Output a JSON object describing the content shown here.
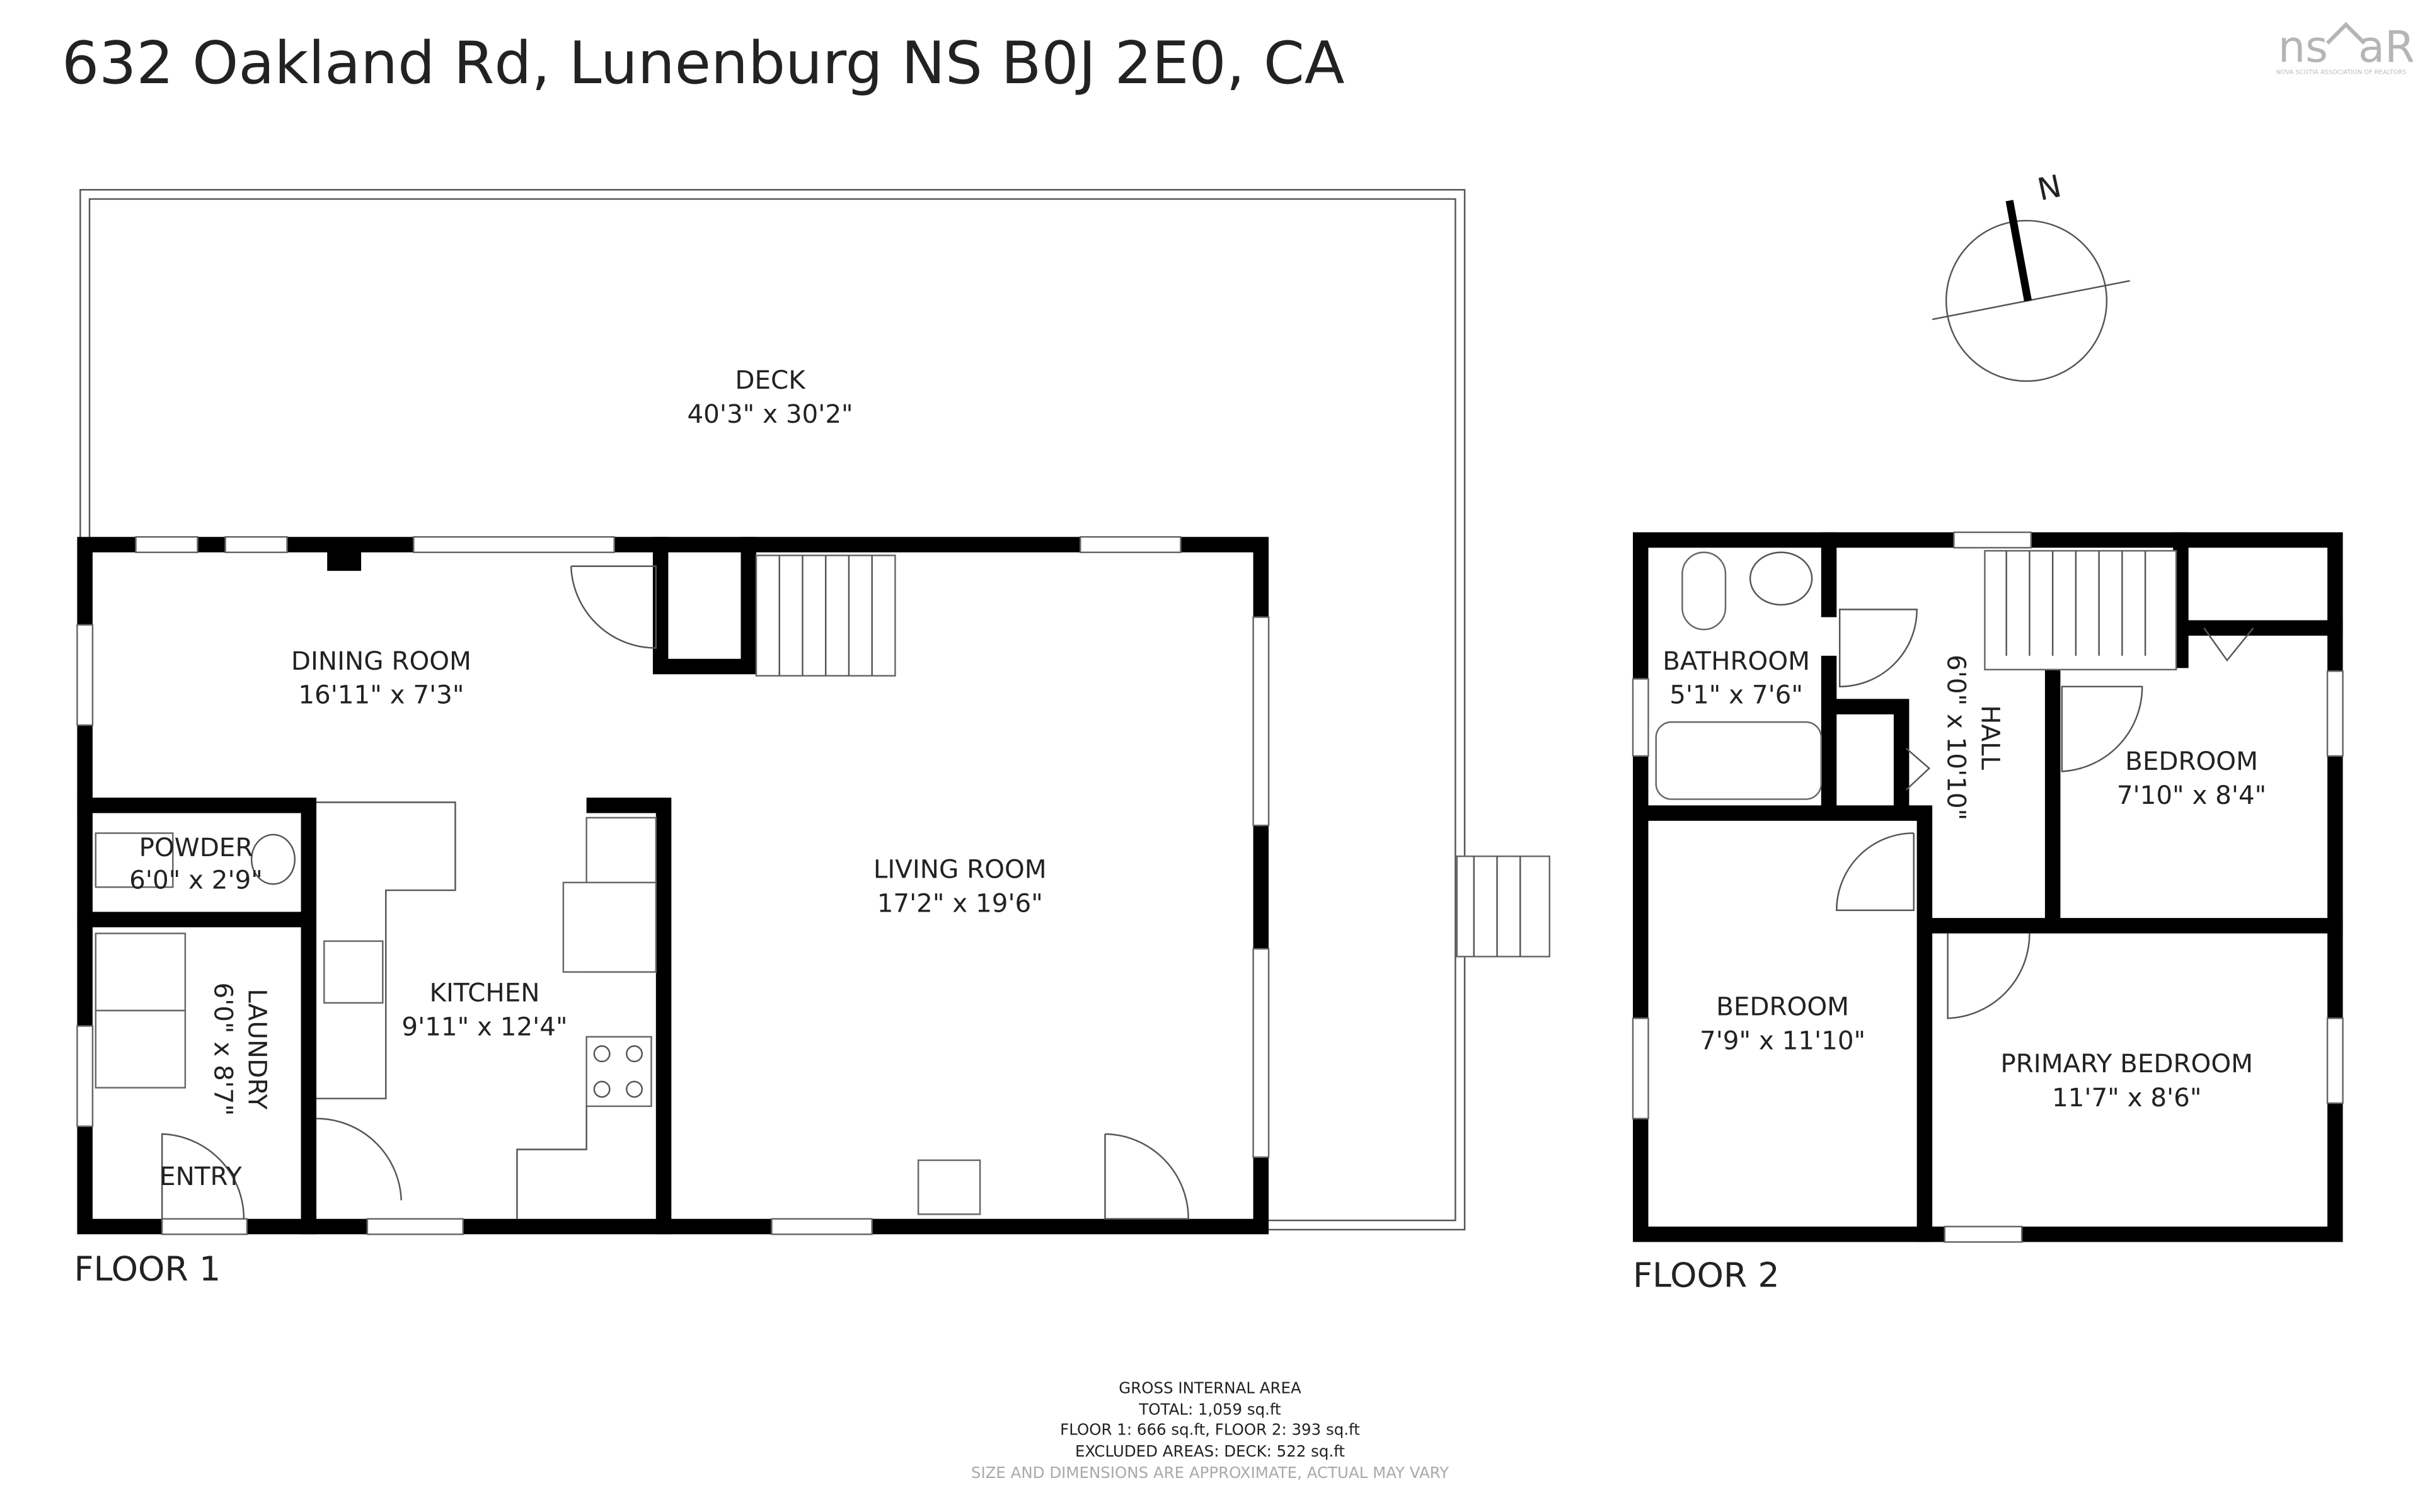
{
  "title": "632 Oakland Rd, Lunenburg NS B0J 2E0, CA",
  "logo": {
    "text": "nsar",
    "subtitle": "NOVA SCOTIA ASSOCIATION OF REALTORS",
    "color": "#b5b5b5"
  },
  "compass": {
    "label": "N"
  },
  "floor1": {
    "label": "FLOOR 1",
    "rooms": [
      {
        "name": "DECK",
        "dims": "40'3\" x 30'2\""
      },
      {
        "name": "DINING ROOM",
        "dims": "16'11\" x 7'3\""
      },
      {
        "name": "LIVING ROOM",
        "dims": "17'2\" x 19'6\""
      },
      {
        "name": "KITCHEN",
        "dims": "9'11\" x 12'4\""
      },
      {
        "name": "POWDER",
        "dims": "6'0\" x 2'9\""
      },
      {
        "name": "LAUNDRY",
        "dims": "6'0\" x 8'7\""
      },
      {
        "name": "ENTRY",
        "dims": ""
      }
    ]
  },
  "floor2": {
    "label": "FLOOR 2",
    "rooms": [
      {
        "name": "BATHROOM",
        "dims": "5'1\" x 7'6\""
      },
      {
        "name": "HALL",
        "dims": "6'0\" x 10'10\""
      },
      {
        "name": "BEDROOM",
        "dims": "7'10\" x 8'4\""
      },
      {
        "name": "BEDROOM",
        "dims": "7'9\" x 11'10\""
      },
      {
        "name": "PRIMARY BEDROOM",
        "dims": "11'7\" x 8'6\""
      }
    ]
  },
  "area": {
    "heading": "GROSS INTERNAL AREA",
    "total": "TOTAL: 1,059 sq.ft",
    "floors": "FLOOR 1: 666 sq.ft, FLOOR 2: 393 sq.ft",
    "excluded": "EXCLUDED AREAS: DECK: 522 sq.ft",
    "disclaimer": "SIZE AND DIMENSIONS ARE APPROXIMATE, ACTUAL MAY VARY"
  }
}
